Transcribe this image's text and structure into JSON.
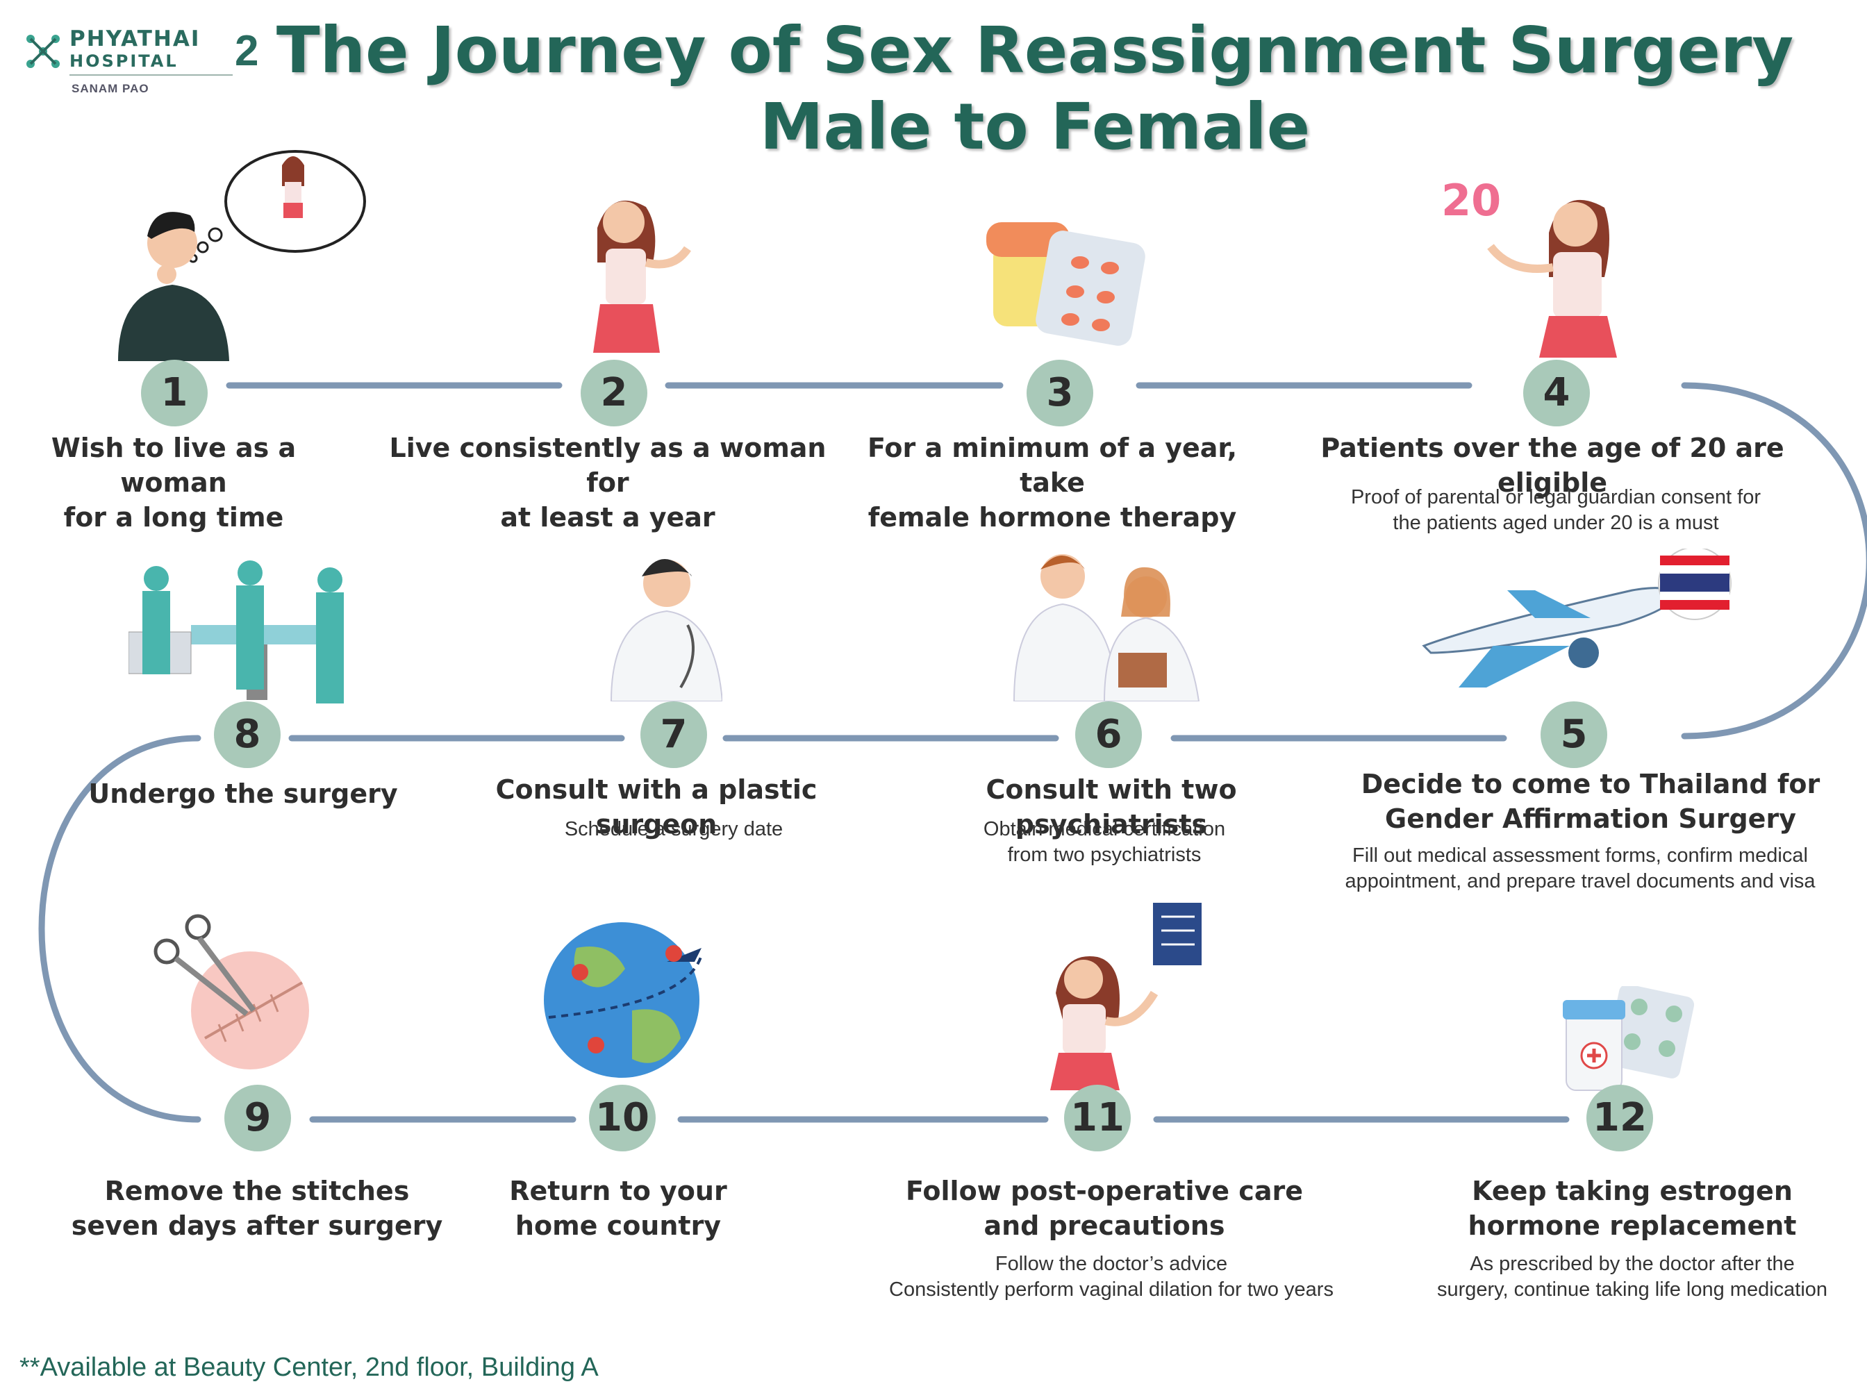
{
  "logo": {
    "brand_line1": "PHYATHAI",
    "brand_number": "2",
    "brand_line2": "HOSPITAL",
    "branch": "SANAM PAO",
    "accent_color": "#2a6b5f"
  },
  "title": {
    "line1": "The Journey of Sex Reassignment Surgery",
    "line2": "Male to Female",
    "color": "#236658"
  },
  "colors": {
    "connector": "#7f97b3",
    "number_circle": "#a9c9b9"
  },
  "steps": [
    {
      "number": "1",
      "title_line1": "Wish to live as a woman",
      "title_line2": "for a long time",
      "icon": "thinking-man-icon"
    },
    {
      "number": "2",
      "title_line1": "Live consistently as a woman for",
      "title_line2": "at least a year",
      "icon": "woman-icon"
    },
    {
      "number": "3",
      "title_line1": "For a minimum of a year, take",
      "title_line2": "female hormone therapy",
      "icon": "pills-icon"
    },
    {
      "number": "4",
      "title_line1": "Patients over the age of 20 are eligible",
      "desc_line1": "Proof of parental or legal guardian consent for",
      "desc_line2": "the patients aged under 20 is a must",
      "badge": "20",
      "icon": "woman-birthday-icon"
    },
    {
      "number": "5",
      "title_line1": "Decide to come to Thailand for",
      "title_line2": "Gender Affirmation Surgery",
      "desc_line1": "Fill out medical assessment forms, confirm medical",
      "desc_line2": "appointment, and prepare travel documents and visa",
      "icon": "airplane-thailand-flag-icon"
    },
    {
      "number": "6",
      "title_line1": "Consult with two psychiatrists",
      "desc_line1": "Obtain medical certification",
      "desc_line2": "from two psychiatrists",
      "icon": "two-doctors-icon"
    },
    {
      "number": "7",
      "title_line1": "Consult with a plastic surgeon",
      "desc_line1": "Schedule a surgery date",
      "icon": "doctor-icon"
    },
    {
      "number": "8",
      "title_line1": "Undergo the surgery",
      "icon": "surgery-team-icon"
    },
    {
      "number": "9",
      "title_line1": "Remove the stitches",
      "title_line2": "seven days after surgery",
      "icon": "scissors-stitches-icon"
    },
    {
      "number": "10",
      "title_line1": "Return to your",
      "title_line2": "home country",
      "icon": "globe-airplane-icon"
    },
    {
      "number": "11",
      "title_line1": "Follow post-operative care",
      "title_line2": "and precautions",
      "desc_line1": "Follow the doctor’s advice",
      "desc_line2": "Consistently perform vaginal dilation for two years",
      "icon": "woman-checklist-icon"
    },
    {
      "number": "12",
      "title_line1": "Keep taking estrogen",
      "title_line2": "hormone replacement",
      "desc_line1": "As prescribed by the doctor after the",
      "desc_line2": "surgery, continue taking life long medication",
      "icon": "medicine-bottle-icon"
    }
  ],
  "footnote": "**Available at Beauty Center, 2nd floor, Building A"
}
